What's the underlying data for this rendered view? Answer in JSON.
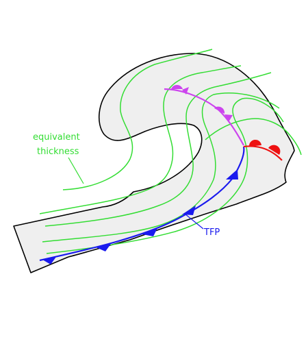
{
  "labels": {
    "thickness_line1": "equivalent",
    "thickness_line2": "thickness",
    "front": "TFP"
  },
  "colors": {
    "background": "#ffffff",
    "cloud_fill": "#efefef",
    "cloud_outline": "#000000",
    "thickness_lines": "#33dd33",
    "cold_front": "#1a1aee",
    "occluded_front": "#cc44ee",
    "warm_front": "#ee1111"
  },
  "icons": [
    "cold-front-triangle-icon",
    "warm-front-semicircle-icon",
    "occluded-front-symbol-icon"
  ]
}
